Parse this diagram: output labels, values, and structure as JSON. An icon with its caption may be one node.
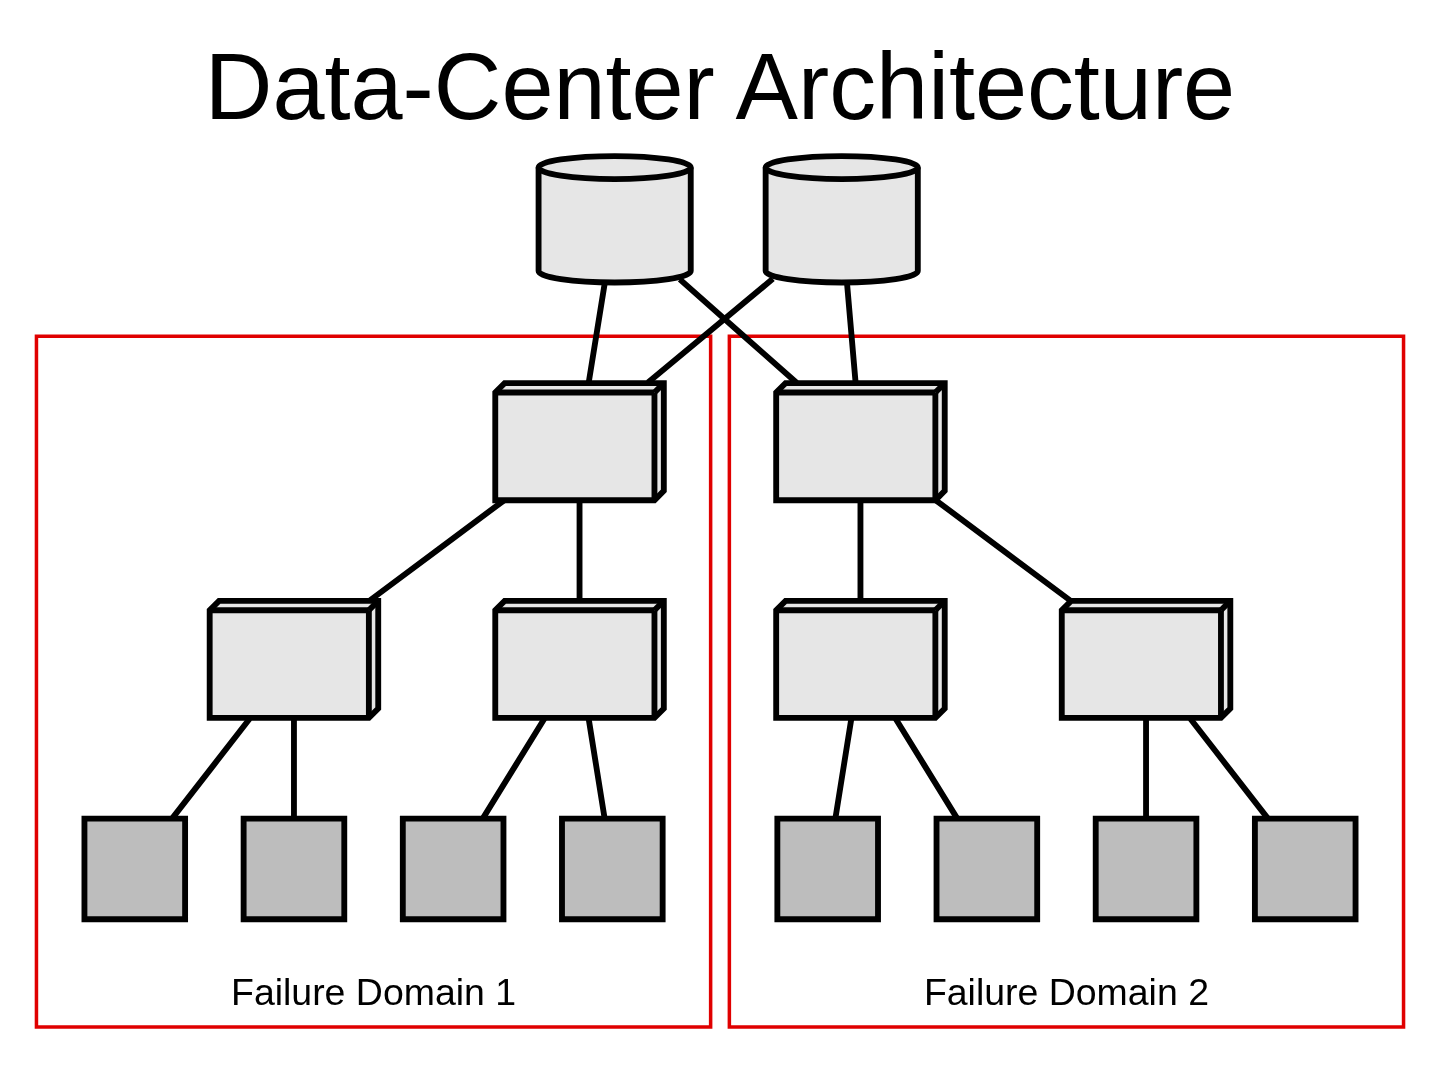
{
  "diagram": {
    "title": "Data-Center Architecture",
    "nodes": [
      {
        "text": [],
        "shape": "router"
      },
      {
        "text": [],
        "shape": "router"
      },
      {
        "text": [
          "Failure Domain 1"
        ]
      },
      {
        "text": [],
        "shape": "switch",
        "in": 2
      },
      {
        "text": [],
        "shape": "switch",
        "in": 2
      },
      {
        "text": [],
        "shape": "switch",
        "in": 2
      },
      {
        "text": [],
        "shape": "server",
        "in": 2
      },
      {
        "text": [],
        "shape": "server",
        "in": 2
      },
      {
        "text": [],
        "shape": "server",
        "in": 2
      },
      {
        "text": [],
        "shape": "server",
        "in": 2
      },
      {
        "text": [
          "Failure Domain 2"
        ]
      },
      {
        "text": [],
        "shape": "switch",
        "in": 10
      },
      {
        "text": [],
        "shape": "switch",
        "in": 10
      },
      {
        "text": [],
        "shape": "switch",
        "in": 10
      },
      {
        "text": [],
        "shape": "server",
        "in": 10
      },
      {
        "text": [],
        "shape": "server",
        "in": 10
      },
      {
        "text": [],
        "shape": "server",
        "in": 10
      },
      {
        "text": [],
        "shape": "server",
        "in": 10
      }
    ],
    "edges": [
      {
        "from": 0,
        "to": 3,
        "arrow": "none"
      },
      {
        "from": 0,
        "to": 11,
        "arrow": "none"
      },
      {
        "from": 1,
        "to": 3,
        "arrow": "none"
      },
      {
        "from": 1,
        "to": 11,
        "arrow": "none"
      },
      {
        "from": 3,
        "to": 4,
        "arrow": "none"
      },
      {
        "from": 3,
        "to": 5,
        "arrow": "none"
      },
      {
        "from": 4,
        "to": 6,
        "arrow": "none"
      },
      {
        "from": 4,
        "to": 7,
        "arrow": "none"
      },
      {
        "from": 5,
        "to": 8,
        "arrow": "none"
      },
      {
        "from": 5,
        "to": 9,
        "arrow": "none"
      },
      {
        "from": 11,
        "to": 12,
        "arrow": "none"
      },
      {
        "from": 11,
        "to": 13,
        "arrow": "none"
      },
      {
        "from": 12,
        "to": 14,
        "arrow": "none"
      },
      {
        "from": 12,
        "to": 15,
        "arrow": "none"
      },
      {
        "from": 13,
        "to": 16,
        "arrow": "none"
      },
      {
        "from": 13,
        "to": 17,
        "arrow": "none"
      }
    ]
  }
}
